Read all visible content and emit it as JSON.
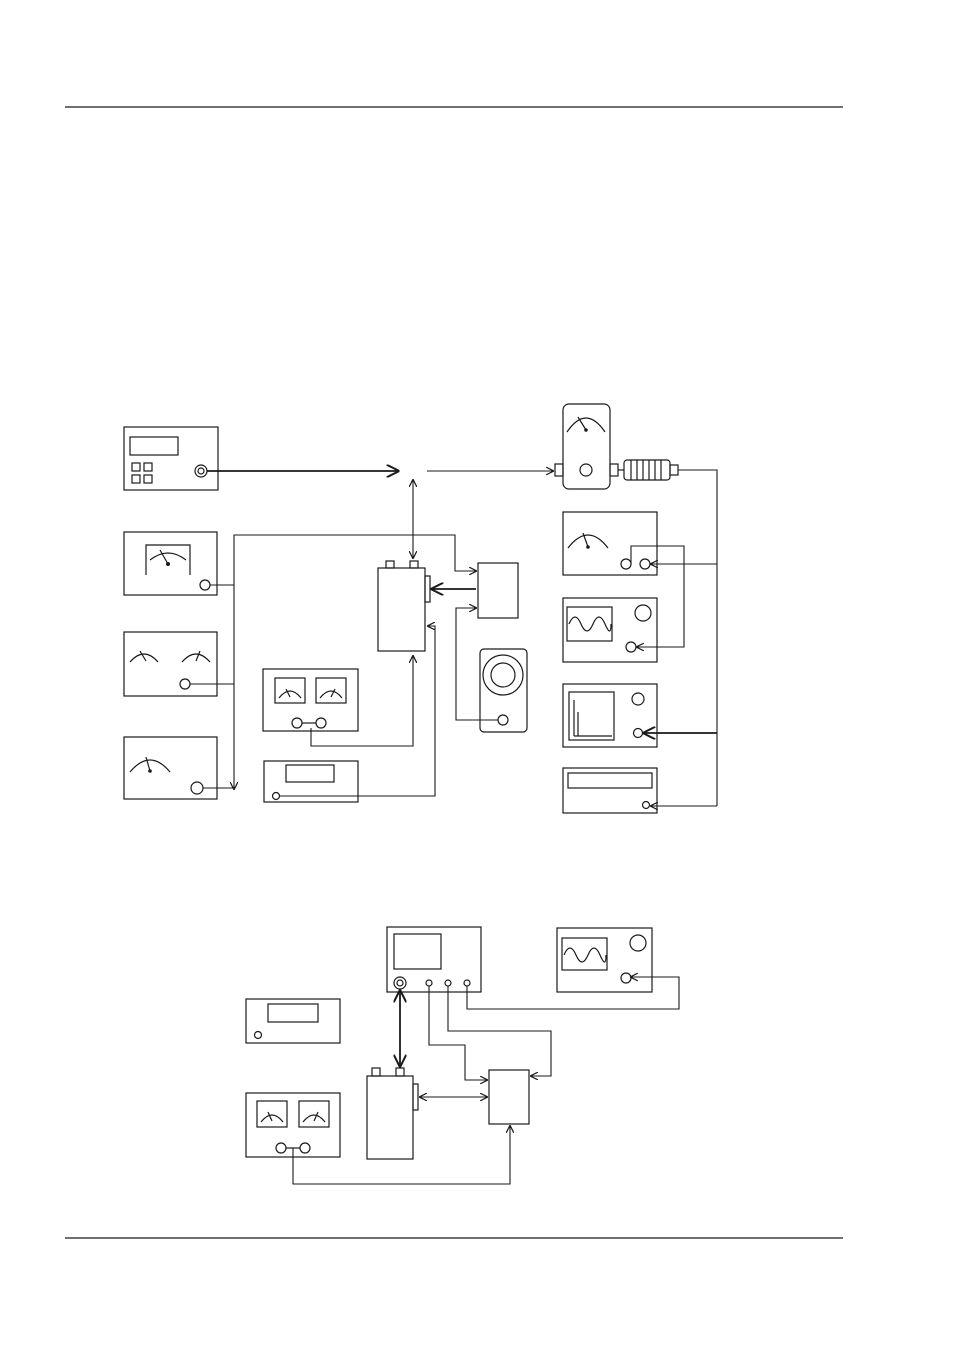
{
  "page": {
    "header_rule": true,
    "footer_rule": true
  },
  "diagrams": [
    {
      "id": "test-setup-1",
      "components": [
        "signal-generator",
        "analog-meter",
        "dual-analog-meter",
        "wide-analog-meter",
        "unit-under-test",
        "control-box",
        "loudspeaker",
        "dual-meter-supply",
        "frequency-counter-display",
        "power-meter-with-attenuator",
        "power-sensor-meter",
        "oscilloscope",
        "spectrum-analyzer",
        "frequency-counter"
      ]
    },
    {
      "id": "test-setup-2",
      "components": [
        "communication-analyzer",
        "oscilloscope",
        "frequency-counter-display",
        "dual-meter-supply",
        "unit-under-test",
        "control-box"
      ]
    }
  ],
  "colors": {
    "ink": "#1a1a1a",
    "paper": "#ffffff"
  }
}
